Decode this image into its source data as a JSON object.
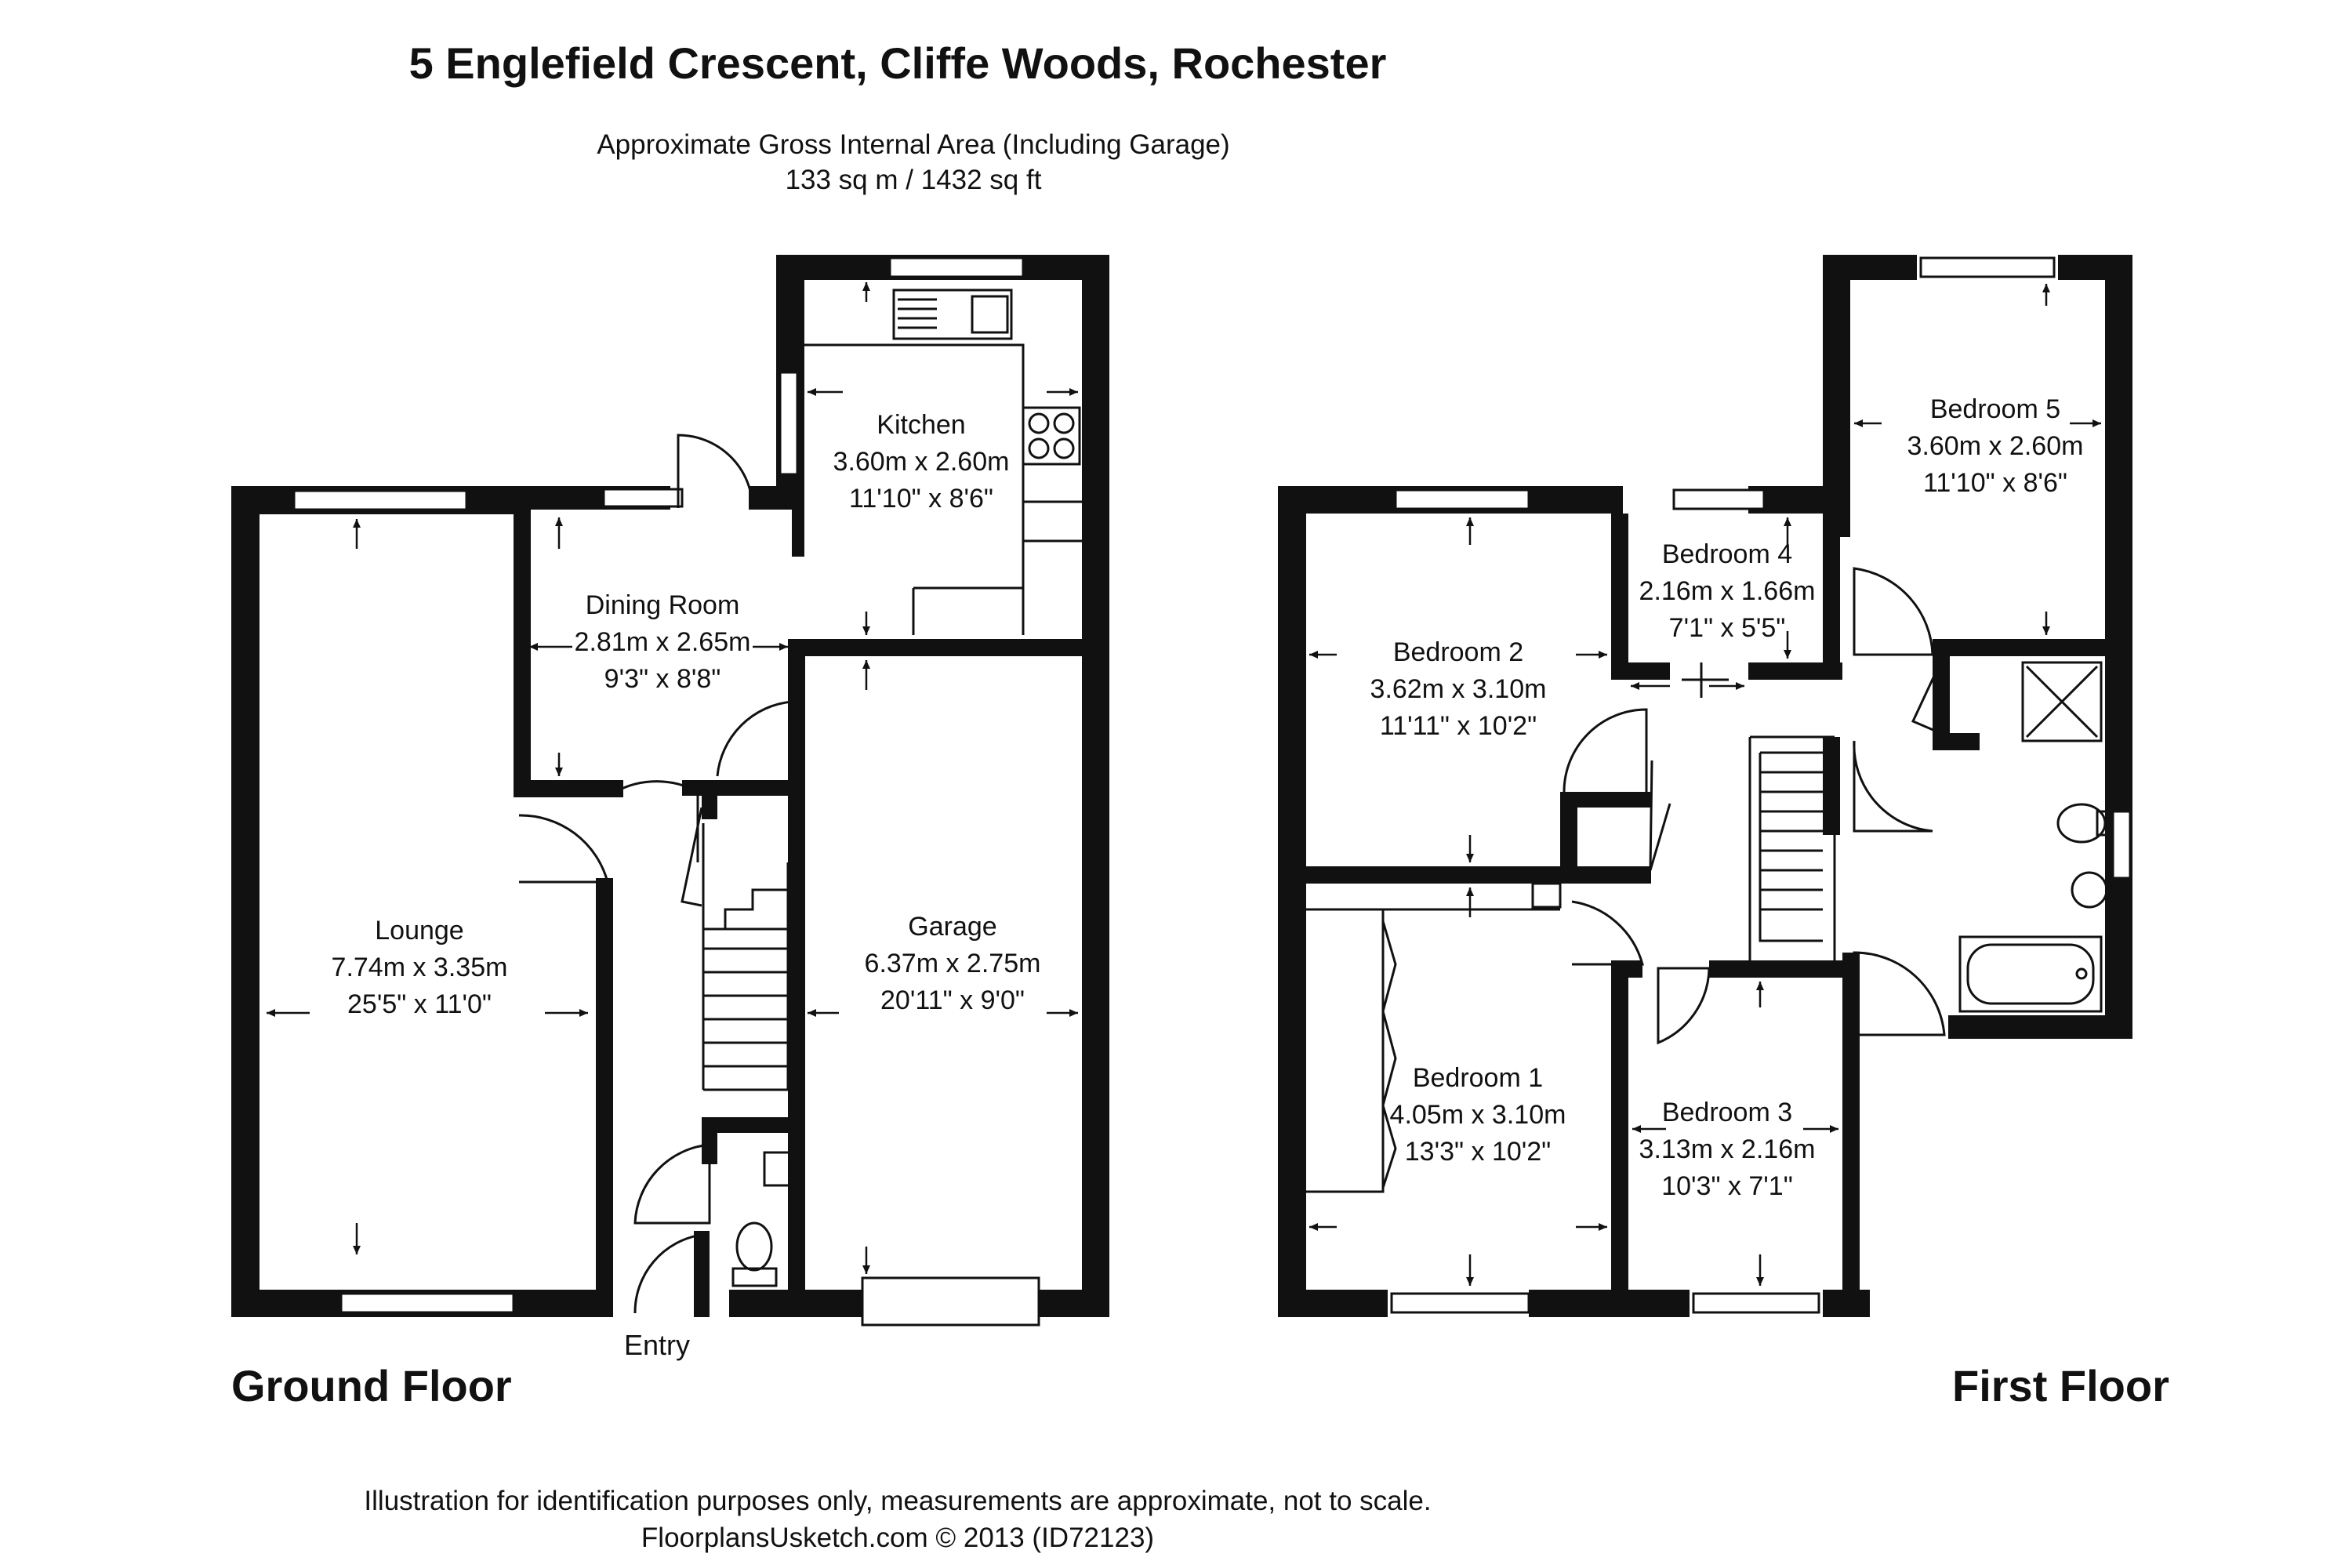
{
  "header": {
    "title": "5 Englefield Crescent, Cliffe Woods, Rochester",
    "area_caption": "Approximate Gross Internal Area (Including Garage)",
    "area_value": "133 sq m / 1432 sq ft"
  },
  "floors": {
    "ground": "Ground Floor",
    "first": "First Floor"
  },
  "entry_label": "Entry",
  "rooms": {
    "lounge": {
      "name": "Lounge",
      "metric": "7.74m x 3.35m",
      "imperial": "25'5\" x 11'0\""
    },
    "dining_room": {
      "name": "Dining Room",
      "metric": "2.81m x 2.65m",
      "imperial": "9'3\" x 8'8\""
    },
    "kitchen": {
      "name": "Kitchen",
      "metric": "3.60m x 2.60m",
      "imperial": "11'10\" x 8'6\""
    },
    "garage": {
      "name": "Garage",
      "metric": "6.37m x 2.75m",
      "imperial": "20'11\" x 9'0\""
    },
    "bedroom_1": {
      "name": "Bedroom 1",
      "metric": "4.05m x 3.10m",
      "imperial": "13'3\" x 10'2\""
    },
    "bedroom_2": {
      "name": "Bedroom 2",
      "metric": "3.62m x 3.10m",
      "imperial": "11'11\" x 10'2\""
    },
    "bedroom_3": {
      "name": "Bedroom 3",
      "metric": "3.13m x 2.16m",
      "imperial": "10'3\" x 7'1\""
    },
    "bedroom_4": {
      "name": "Bedroom 4",
      "metric": "2.16m x 1.66m",
      "imperial": "7'1\" x 5'5\""
    },
    "bedroom_5": {
      "name": "Bedroom 5",
      "metric": "3.60m x 2.60m",
      "imperial": "11'10\" x 8'6\""
    }
  },
  "footer": {
    "disclaimer": "Illustration for identification purposes only, measurements are approximate, not to scale.",
    "credit": "FloorplansUsketch.com © 2013 (ID72123)"
  }
}
